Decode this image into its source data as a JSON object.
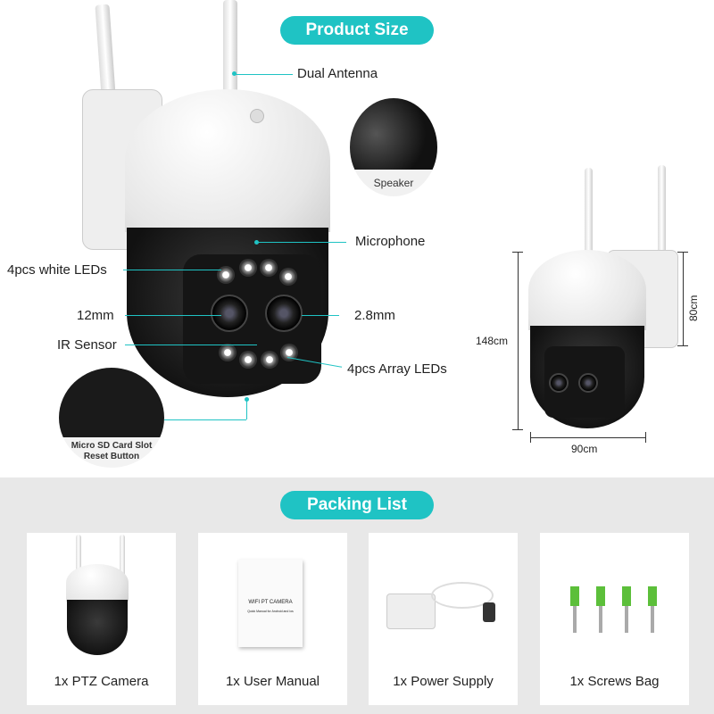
{
  "product_size": {
    "title": "Product Size",
    "labels": {
      "dual_antenna": "Dual Antenna",
      "speaker": "Speaker",
      "microphone": "Microphone",
      "white_leds": "4pcs white LEDs",
      "lens_12mm": "12mm",
      "lens_28mm": "2.8mm",
      "ir_sensor": "IR Sensor",
      "array_leds": "4pcs Array LEDs",
      "sd_slot": "Micro SD Card Slot",
      "reset": "Reset Button"
    },
    "dimensions": {
      "height": "148cm",
      "dome_height": "80cm",
      "width": "90cm"
    }
  },
  "packing_list": {
    "title": "Packing List",
    "items": [
      {
        "label": "1x PTZ Camera"
      },
      {
        "label": "1x User Manual",
        "manual_title": "WIFI PT CAMERA",
        "manual_subtitle": "Quick Manual for Android and ios"
      },
      {
        "label": "1x Power Supply"
      },
      {
        "label": "1x Screws Bag"
      }
    ]
  },
  "colors": {
    "accent": "#1fc3c4",
    "background_bottom": "#e8e8e8"
  }
}
